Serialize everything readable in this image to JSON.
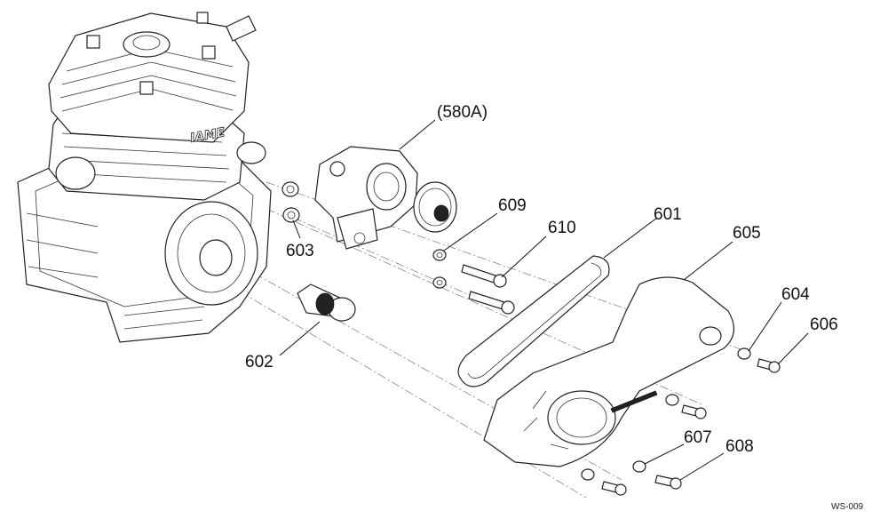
{
  "diagram": {
    "callouts": {
      "p580a": "(580A)",
      "p609": "609",
      "p610": "610",
      "p601": "601",
      "p605": "605",
      "p603": "603",
      "p604": "604",
      "p606": "606",
      "p602": "602",
      "p607": "607",
      "p608": "608"
    },
    "engine_logo_text": "IAME",
    "drawing_ref": "WS-009"
  }
}
